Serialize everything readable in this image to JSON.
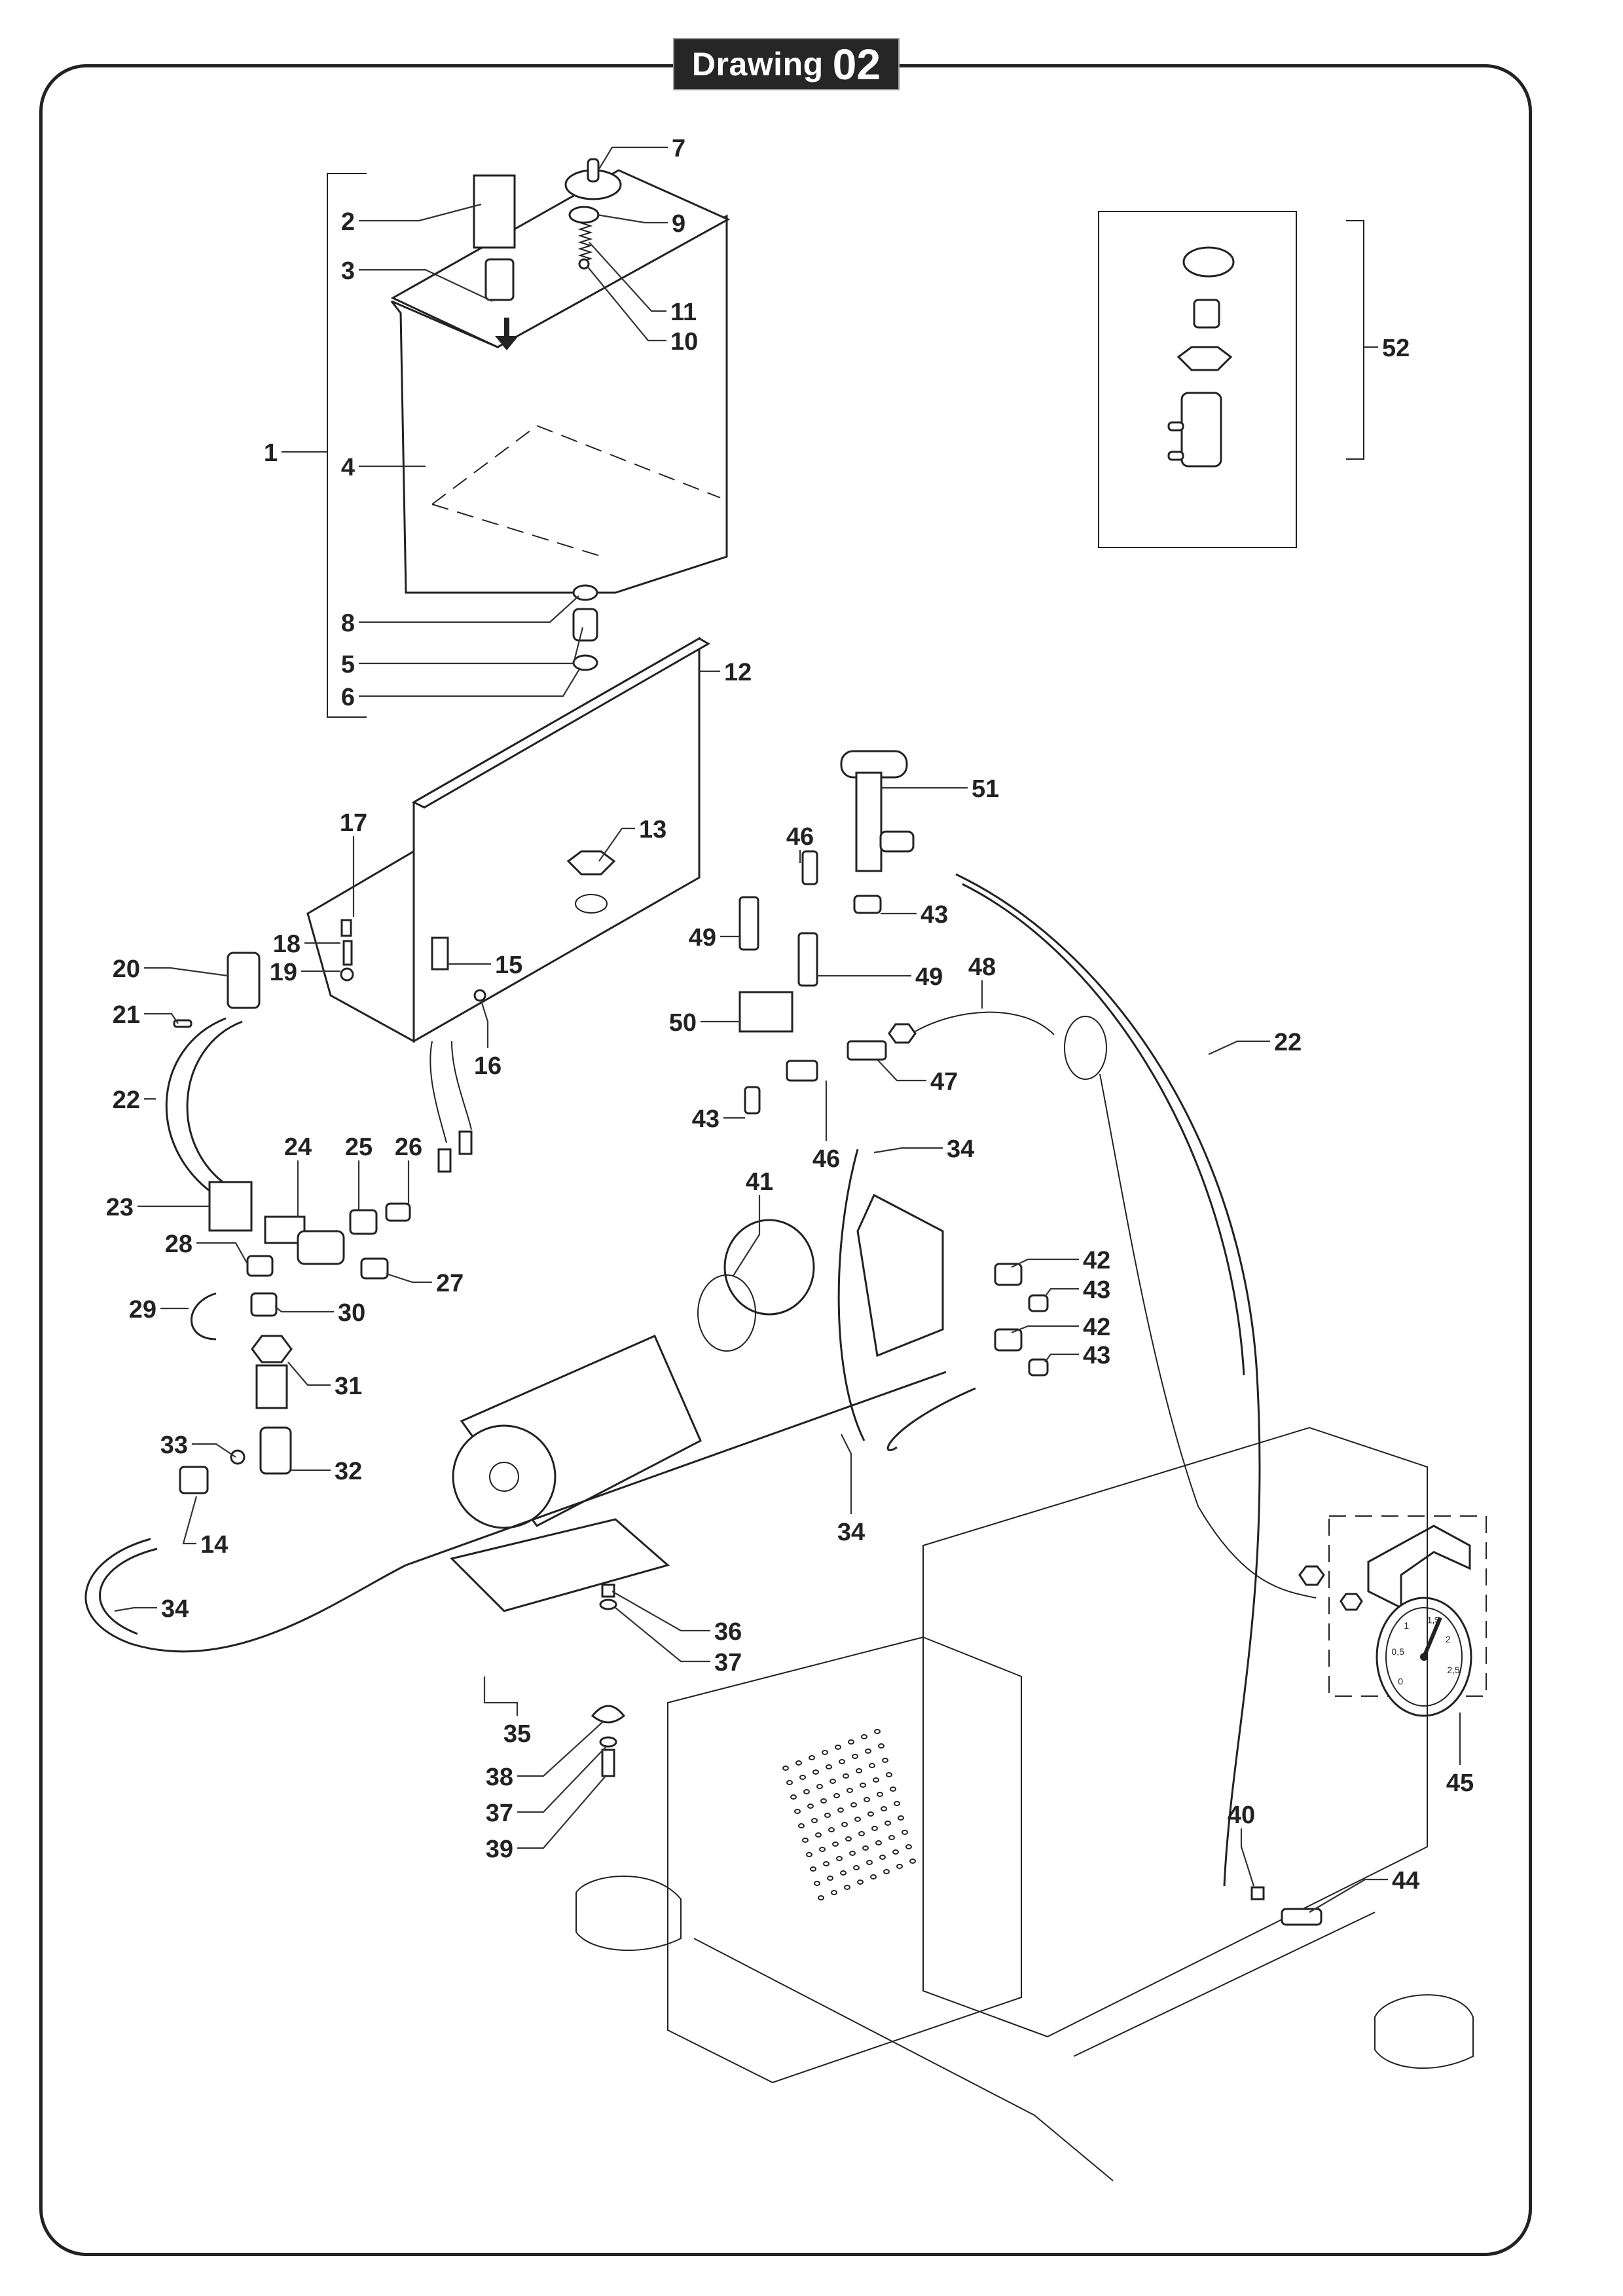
{
  "title": {
    "word": "Drawing",
    "number": "02"
  },
  "callouts": [
    {
      "id": "1"
    },
    {
      "id": "2"
    },
    {
      "id": "3"
    },
    {
      "id": "4"
    },
    {
      "id": "5"
    },
    {
      "id": "6"
    },
    {
      "id": "7"
    },
    {
      "id": "8"
    },
    {
      "id": "9"
    },
    {
      "id": "10"
    },
    {
      "id": "11"
    },
    {
      "id": "12"
    },
    {
      "id": "13"
    },
    {
      "id": "14"
    },
    {
      "id": "15"
    },
    {
      "id": "16"
    },
    {
      "id": "17"
    },
    {
      "id": "18"
    },
    {
      "id": "19"
    },
    {
      "id": "20"
    },
    {
      "id": "21"
    },
    {
      "id": "22"
    },
    {
      "id": "22"
    },
    {
      "id": "23"
    },
    {
      "id": "24"
    },
    {
      "id": "25"
    },
    {
      "id": "26"
    },
    {
      "id": "27"
    },
    {
      "id": "28"
    },
    {
      "id": "29"
    },
    {
      "id": "30"
    },
    {
      "id": "31"
    },
    {
      "id": "32"
    },
    {
      "id": "33"
    },
    {
      "id": "34"
    },
    {
      "id": "34"
    },
    {
      "id": "34"
    },
    {
      "id": "35"
    },
    {
      "id": "36"
    },
    {
      "id": "37"
    },
    {
      "id": "37"
    },
    {
      "id": "38"
    },
    {
      "id": "39"
    },
    {
      "id": "40"
    },
    {
      "id": "41"
    },
    {
      "id": "42"
    },
    {
      "id": "42"
    },
    {
      "id": "43"
    },
    {
      "id": "43"
    },
    {
      "id": "43"
    },
    {
      "id": "43"
    },
    {
      "id": "44"
    },
    {
      "id": "45"
    },
    {
      "id": "46"
    },
    {
      "id": "46"
    },
    {
      "id": "47"
    },
    {
      "id": "48"
    },
    {
      "id": "49"
    },
    {
      "id": "49"
    },
    {
      "id": "50"
    },
    {
      "id": "51"
    },
    {
      "id": "52"
    }
  ],
  "inset_kit": {
    "label": "52",
    "component_count": 4
  },
  "gauge": {
    "scale_labels": [
      "0",
      "0,5",
      "1",
      "1,5",
      "2",
      "2,5"
    ]
  },
  "colors": {
    "line": "#222222",
    "title_bg": "#262626",
    "title_text": "#ffffff",
    "background": "#ffffff"
  }
}
